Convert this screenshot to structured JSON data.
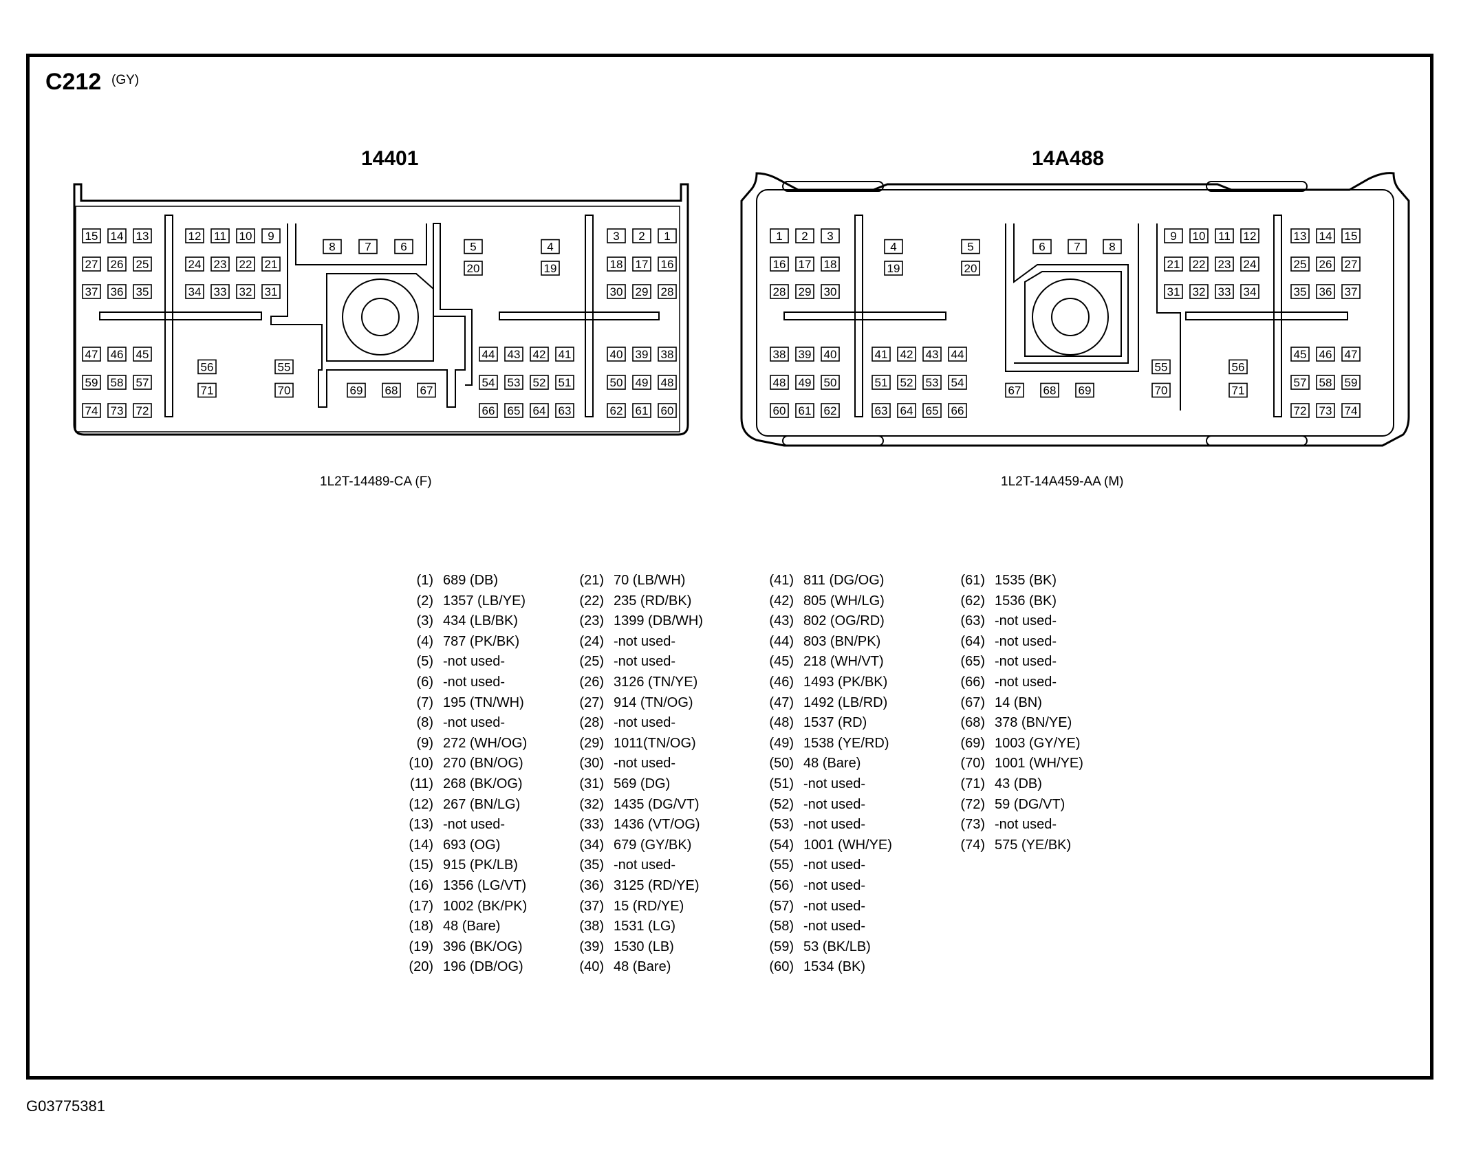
{
  "connector": {
    "id": "C212",
    "color": "(GY)"
  },
  "left_connector": {
    "title": "14401",
    "part_number": "1L2T-14489-CA (F)"
  },
  "right_connector": {
    "title": "14A488",
    "part_number": "1L2T-14A459-AA (M)"
  },
  "figure_id": "G03775381",
  "left_face_pins": [
    [
      "15",
      "14",
      "13"
    ],
    [
      "27",
      "26",
      "25"
    ],
    [
      "37",
      "36",
      "35"
    ],
    [
      "12",
      "11",
      "10",
      "9"
    ],
    [
      "24",
      "23",
      "22",
      "21"
    ],
    [
      "34",
      "33",
      "32",
      "31"
    ],
    [
      "8",
      "7",
      "6"
    ],
    [
      "5",
      "4"
    ],
    [
      "20",
      "19"
    ],
    [
      "3",
      "2",
      "1"
    ],
    [
      "18",
      "17",
      "16"
    ],
    [
      "30",
      "29",
      "28"
    ],
    [
      "47",
      "46",
      "45"
    ],
    [
      "59",
      "58",
      "57"
    ],
    [
      "74",
      "73",
      "72"
    ],
    [
      "56",
      "55"
    ],
    [
      "71",
      "70"
    ],
    [
      "69",
      "68",
      "67"
    ],
    [
      "44",
      "43",
      "42",
      "41"
    ],
    [
      "54",
      "53",
      "52",
      "51"
    ],
    [
      "66",
      "65",
      "64",
      "63"
    ],
    [
      "40",
      "39",
      "38"
    ],
    [
      "50",
      "49",
      "48"
    ],
    [
      "62",
      "61",
      "60"
    ]
  ],
  "right_face_pins": [
    [
      "1",
      "2",
      "3"
    ],
    [
      "16",
      "17",
      "18"
    ],
    [
      "28",
      "29",
      "30"
    ],
    [
      "4",
      "5"
    ],
    [
      "19",
      "20"
    ],
    [
      "6",
      "7",
      "8"
    ],
    [
      "9",
      "10",
      "11",
      "12"
    ],
    [
      "21",
      "22",
      "23",
      "24"
    ],
    [
      "31",
      "32",
      "33",
      "34"
    ],
    [
      "13",
      "14",
      "15"
    ],
    [
      "25",
      "26",
      "27"
    ],
    [
      "35",
      "36",
      "37"
    ],
    [
      "38",
      "39",
      "40"
    ],
    [
      "48",
      "49",
      "50"
    ],
    [
      "60",
      "61",
      "62"
    ],
    [
      "41",
      "42",
      "43",
      "44"
    ],
    [
      "51",
      "52",
      "53",
      "54"
    ],
    [
      "63",
      "64",
      "65",
      "66"
    ],
    [
      "67",
      "68",
      "69"
    ],
    [
      "55",
      "56"
    ],
    [
      "70",
      "71"
    ],
    [
      "45",
      "46",
      "47"
    ],
    [
      "57",
      "58",
      "59"
    ],
    [
      "72",
      "73",
      "74"
    ]
  ],
  "pinout": [
    [
      {
        "pin": "(1)",
        "circuit": "689 (DB)"
      },
      {
        "pin": "(2)",
        "circuit": "1357 (LB/YE)"
      },
      {
        "pin": "(3)",
        "circuit": "434 (LB/BK)"
      },
      {
        "pin": "(4)",
        "circuit": "787 (PK/BK)"
      },
      {
        "pin": "(5)",
        "circuit": "-not used-"
      },
      {
        "pin": "(6)",
        "circuit": "-not used-"
      },
      {
        "pin": "(7)",
        "circuit": "195 (TN/WH)"
      },
      {
        "pin": "(8)",
        "circuit": "-not used-"
      },
      {
        "pin": "(9)",
        "circuit": "272 (WH/OG)"
      },
      {
        "pin": "(10)",
        "circuit": "270 (BN/OG)"
      },
      {
        "pin": "(11)",
        "circuit": "268 (BK/OG)"
      },
      {
        "pin": "(12)",
        "circuit": "267 (BN/LG)"
      },
      {
        "pin": "(13)",
        "circuit": "-not used-"
      },
      {
        "pin": "(14)",
        "circuit": "693 (OG)"
      },
      {
        "pin": "(15)",
        "circuit": "915 (PK/LB)"
      },
      {
        "pin": "(16)",
        "circuit": "1356 (LG/VT)"
      },
      {
        "pin": "(17)",
        "circuit": "1002 (BK/PK)"
      },
      {
        "pin": "(18)",
        "circuit": "48 (Bare)"
      },
      {
        "pin": "(19)",
        "circuit": "396 (BK/OG)"
      },
      {
        "pin": "(20)",
        "circuit": "196 (DB/OG)"
      }
    ],
    [
      {
        "pin": "(21)",
        "circuit": "70 (LB/WH)"
      },
      {
        "pin": "(22)",
        "circuit": "235 (RD/BK)"
      },
      {
        "pin": "(23)",
        "circuit": "1399 (DB/WH)"
      },
      {
        "pin": "(24)",
        "circuit": "-not used-"
      },
      {
        "pin": "(25)",
        "circuit": "-not used-"
      },
      {
        "pin": "(26)",
        "circuit": "3126 (TN/YE)"
      },
      {
        "pin": "(27)",
        "circuit": "914 (TN/OG)"
      },
      {
        "pin": "(28)",
        "circuit": "-not used-"
      },
      {
        "pin": "(29)",
        "circuit": "1011(TN/OG)"
      },
      {
        "pin": "(30)",
        "circuit": "-not used-"
      },
      {
        "pin": "(31)",
        "circuit": "569 (DG)"
      },
      {
        "pin": "(32)",
        "circuit": "1435 (DG/VT)"
      },
      {
        "pin": "(33)",
        "circuit": "1436 (VT/OG)"
      },
      {
        "pin": "(34)",
        "circuit": "679 (GY/BK)"
      },
      {
        "pin": "(35)",
        "circuit": "-not used-"
      },
      {
        "pin": "(36)",
        "circuit": "3125 (RD/YE)"
      },
      {
        "pin": "(37)",
        "circuit": "15 (RD/YE)"
      },
      {
        "pin": "(38)",
        "circuit": "1531 (LG)"
      },
      {
        "pin": "(39)",
        "circuit": "1530 (LB)"
      },
      {
        "pin": "(40)",
        "circuit": "48 (Bare)"
      }
    ],
    [
      {
        "pin": "(41)",
        "circuit": "811 (DG/OG)"
      },
      {
        "pin": "(42)",
        "circuit": "805 (WH/LG)"
      },
      {
        "pin": "(43)",
        "circuit": "802 (OG/RD)"
      },
      {
        "pin": "(44)",
        "circuit": "803 (BN/PK)"
      },
      {
        "pin": "(45)",
        "circuit": "218 (WH/VT)"
      },
      {
        "pin": "(46)",
        "circuit": "1493 (PK/BK)"
      },
      {
        "pin": "(47)",
        "circuit": "1492 (LB/RD)"
      },
      {
        "pin": "(48)",
        "circuit": "1537 (RD)"
      },
      {
        "pin": "(49)",
        "circuit": "1538 (YE/RD)"
      },
      {
        "pin": "(50)",
        "circuit": "48 (Bare)"
      },
      {
        "pin": "(51)",
        "circuit": "-not used-"
      },
      {
        "pin": "(52)",
        "circuit": "-not used-"
      },
      {
        "pin": "(53)",
        "circuit": "-not used-"
      },
      {
        "pin": "(54)",
        "circuit": "1001 (WH/YE)"
      },
      {
        "pin": "(55)",
        "circuit": "-not used-"
      },
      {
        "pin": "(56)",
        "circuit": "-not used-"
      },
      {
        "pin": "(57)",
        "circuit": "-not used-"
      },
      {
        "pin": "(58)",
        "circuit": "-not used-"
      },
      {
        "pin": "(59)",
        "circuit": "53 (BK/LB)"
      },
      {
        "pin": "(60)",
        "circuit": "1534 (BK)"
      }
    ],
    [
      {
        "pin": "(61)",
        "circuit": "1535 (BK)"
      },
      {
        "pin": "(62)",
        "circuit": "1536 (BK)"
      },
      {
        "pin": "(63)",
        "circuit": "-not used-"
      },
      {
        "pin": "(64)",
        "circuit": "-not used-"
      },
      {
        "pin": "(65)",
        "circuit": "-not used-"
      },
      {
        "pin": "(66)",
        "circuit": "-not used-"
      },
      {
        "pin": "(67)",
        "circuit": "14 (BN)"
      },
      {
        "pin": "(68)",
        "circuit": "378 (BN/YE)"
      },
      {
        "pin": "(69)",
        "circuit": "1003 (GY/YE)"
      },
      {
        "pin": "(70)",
        "circuit": "1001 (WH/YE)"
      },
      {
        "pin": "(71)",
        "circuit": "43 (DB)"
      },
      {
        "pin": "(72)",
        "circuit": "59 (DG/VT)"
      },
      {
        "pin": "(73)",
        "circuit": "-not used-"
      },
      {
        "pin": "(74)",
        "circuit": "575 (YE/BK)"
      }
    ]
  ]
}
